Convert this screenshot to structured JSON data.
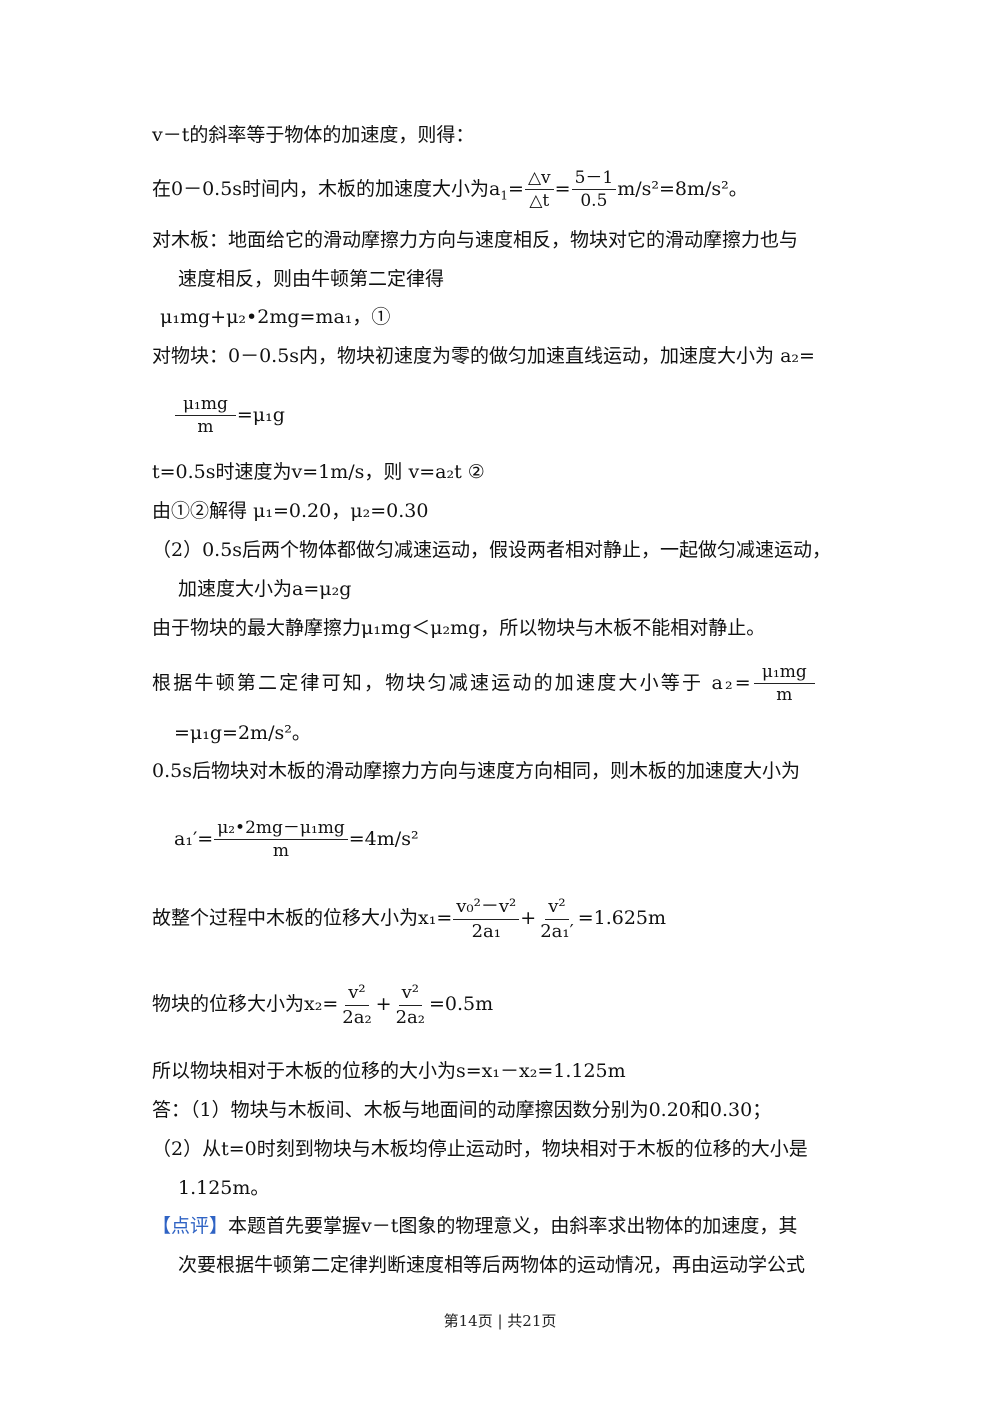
{
  "lines": {
    "l1": "v－t的斜率等于物体的加速度，则得：",
    "l2_pre": "在0－0.5s时间内，木板的加速度大小为a",
    "l2_sub": "1",
    "l2_eq": "=",
    "l2_f1_num": "△v",
    "l2_f1_den": "△t",
    "l2_mid": "=",
    "l2_f2_num": "5－1",
    "l2_f2_den": "0.5",
    "l2_post": "m/s²=8m/s²。",
    "l3": "对木板：地面给它的滑动摩擦力方向与速度相反，物块对它的滑动摩擦力也与",
    "l4": "速度相反，则由牛顿第二定律得",
    "l5": "μ₁mg+μ₂•2mg=ma₁，①",
    "l6": "对物块：0－0.5s内，物块初速度为零的做匀加速直线运动，加速度大小为  a₂=",
    "l7_num": "μ₁mg",
    "l7_den": "m",
    "l7_post": "=μ₁g",
    "l8": "t=0.5s时速度为v=1m/s，则  v=a₂t ②",
    "l9": "由①②解得 μ₁=0.20，μ₂=0.30",
    "l10": "（2）0.5s后两个物体都做匀减速运动，假设两者相对静止，一起做匀减速运动，",
    "l11": "加速度大小为a=μ₂g",
    "l12": "由于物块的最大静摩擦力μ₁mg＜μ₂mg，所以物块与木板不能相对静止。",
    "l13_pre": "根据牛顿第二定律可知，物块匀减速运动的加速度大小等于 a₂=",
    "l13_num": "μ₁mg",
    "l13_den": "m",
    "l14": "=μ₁g=2m/s²。",
    "l15": "0.5s后物块对木板的滑动摩擦力方向与速度方向相同，则木板的加速度大小为",
    "l16_pre": "a₁′=",
    "l16_num": "μ₂•2mg－μ₁mg",
    "l16_den": "m",
    "l16_post": "=4m/s²",
    "l17_pre": "故整个过程中木板的位移大小为x₁=",
    "l17_f1_num": "v₀²－v²",
    "l17_f1_den": "2a₁",
    "l17_plus": "+",
    "l17_f2_num": "v²",
    "l17_f2_den": "2a₁′",
    "l17_post": "=1.625m",
    "l18_pre": "物块的位移大小为x₂=",
    "l18_f1_num": "v²",
    "l18_f1_den": "2a₂",
    "l18_plus": "+",
    "l18_f2_num": "v²",
    "l18_f2_den": "2a₂",
    "l18_post": "=0.5m",
    "l19": "所以物块相对于木板的位移的大小为s=x₁－x₂=1.125m",
    "l20": "答：（1）物块与木板间、木板与地面间的动摩擦因数分别为0.20和0.30；",
    "l21": "（2）从t=0时刻到物块与木板均停止运动时，物块相对于木板的位移的大小是",
    "l22": "1.125m。",
    "l23_tag": "【点评】",
    "l23": "本题首先要掌握v－t图象的物理意义，由斜率求出物体的加速度，其",
    "l24": "次要根据牛顿第二定律判断速度相等后两物体的运动情况，再由运动学公式"
  },
  "footer": "第14页  | 共21页",
  "colors": {
    "tag": "#2f63c4"
  }
}
